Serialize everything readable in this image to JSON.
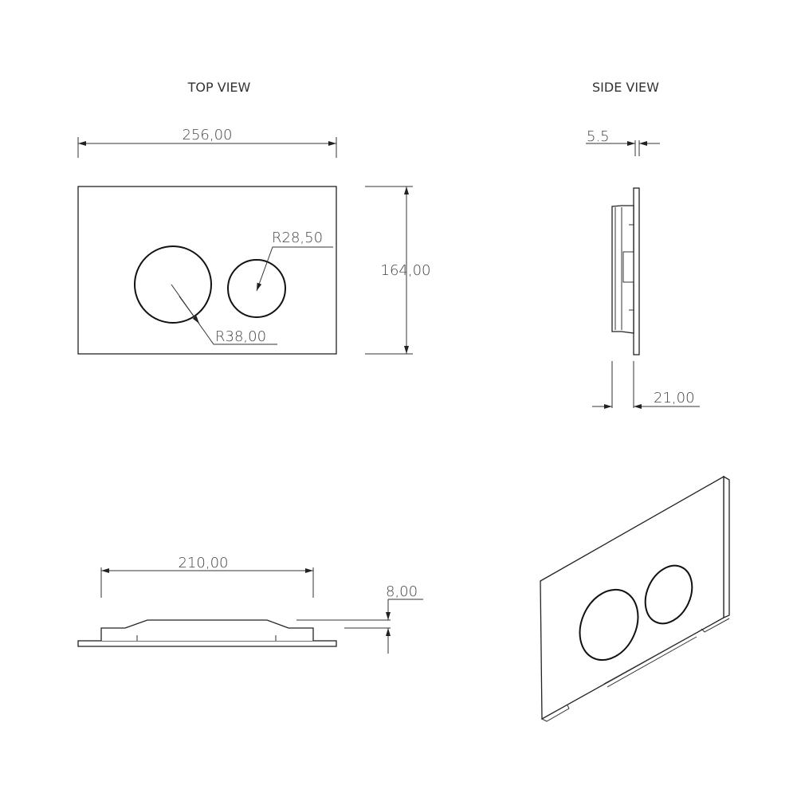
{
  "views": {
    "top_title": "TOP VIEW",
    "side_title": "SIDE VIEW"
  },
  "dimensions": {
    "width": "256,00",
    "height": "164,00",
    "radius_large": "R38,00",
    "radius_small": "R28,50",
    "plate_thickness": "5.5",
    "depth": "21,00",
    "body_width": "210,00",
    "body_height": "8,00"
  },
  "colors": {
    "line": "#222222",
    "background": "#ffffff"
  }
}
